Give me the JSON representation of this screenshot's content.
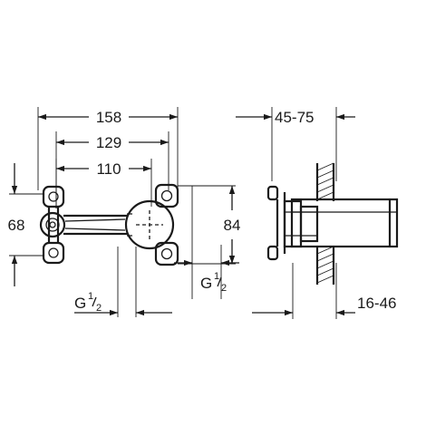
{
  "dimensions": {
    "width_outer": "158",
    "width_mid": "129",
    "width_inner": "110",
    "height_left": "68",
    "height_right": "84",
    "thread_left": {
      "prefix": "G",
      "num": "1",
      "den": "2"
    },
    "thread_right": {
      "prefix": "G",
      "num": "1",
      "den": "2"
    },
    "depth_range": "45-75",
    "spout_range": "16-46"
  }
}
